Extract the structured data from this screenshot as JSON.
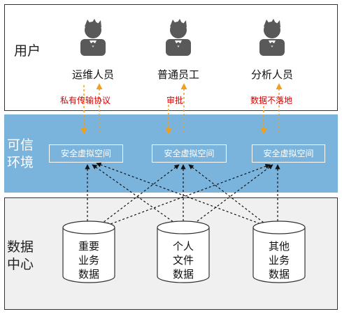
{
  "bands": {
    "user": "用户",
    "trust": "可信\n环境",
    "data": "数据\n中心"
  },
  "roles": [
    {
      "label": "运维人员",
      "protocol": "私有传输协议"
    },
    {
      "label": "普通员工",
      "protocol": "审批"
    },
    {
      "label": "分析人员",
      "protocol": "数据不落地"
    }
  ],
  "virtual_spaces": [
    "安全虚拟空间",
    "安全虚拟空间",
    "安全虚拟空间"
  ],
  "databases": [
    {
      "label": "重要\n业务\n数据"
    },
    {
      "label": "个人\n文件\n数据"
    },
    {
      "label": "其他\n业务\n数据"
    }
  ],
  "colors": {
    "trust_band": "#7ab4dc",
    "arrow_up_down": "#f0a020",
    "protocol_text": "#d40000",
    "person_icon": "#595959"
  }
}
